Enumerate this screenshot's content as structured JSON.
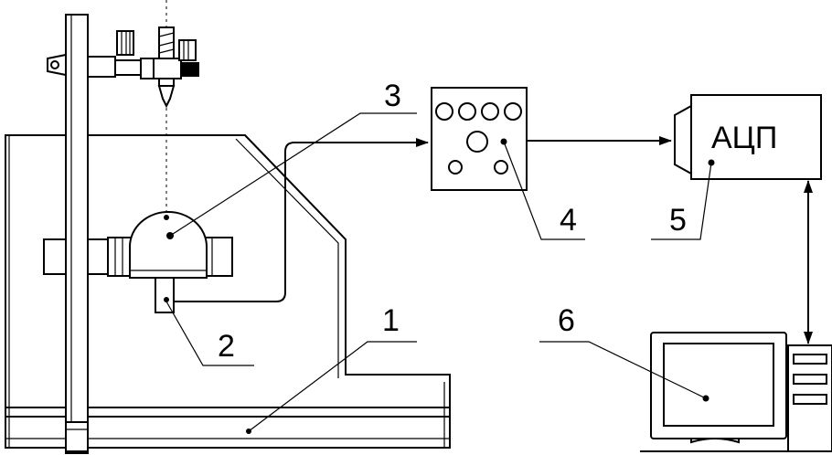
{
  "labels": {
    "l1": "1",
    "l2": "2",
    "l3": "3",
    "l4": "4",
    "l5": "5",
    "l6": "6"
  },
  "adc_text": "АЦП"
}
